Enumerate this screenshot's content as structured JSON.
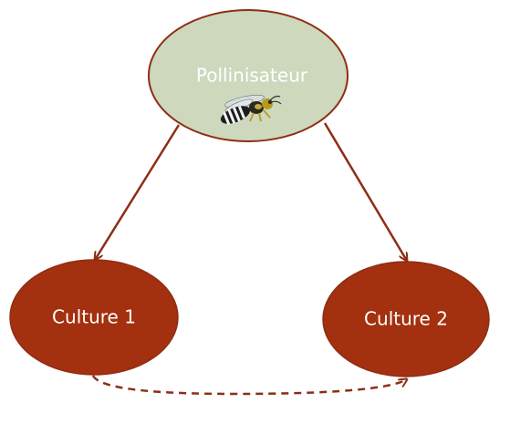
{
  "diagram": {
    "nodes": {
      "pollinator": {
        "label": "Pollinisateur"
      },
      "crop1": {
        "label": "Culture 1"
      },
      "crop2": {
        "label": "Culture 2"
      }
    },
    "colors": {
      "pollinator_fill": "#cdd8bc",
      "node_stroke": "#8e2e14",
      "crop_fill": "#a3300f",
      "arrow": "#8e2e14",
      "crop_label": "#ffffff",
      "pollinator_label": "#ffffff"
    },
    "icons": {
      "pollinator_icon": "bee-icon"
    }
  }
}
